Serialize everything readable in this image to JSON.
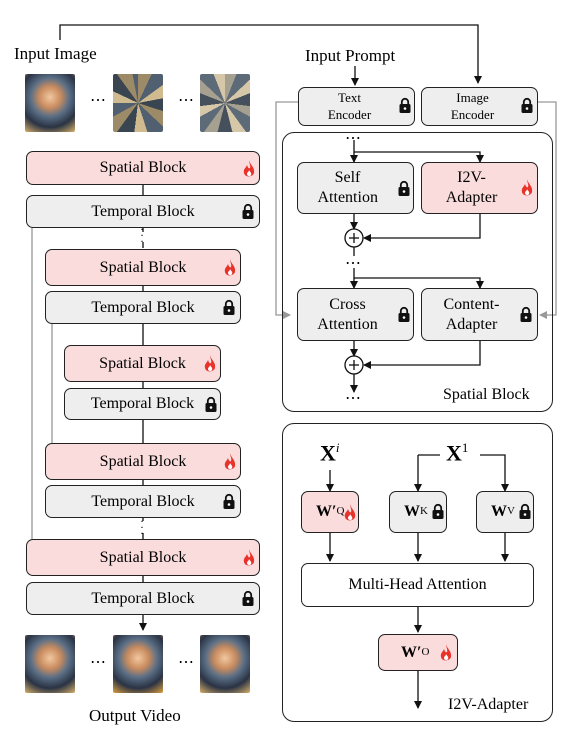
{
  "left": {
    "input_label": "Input Image",
    "output_label": "Output Video",
    "spatial_label": "Spatial Block",
    "temporal_label": "Temporal Block",
    "ellipsis": "⋯"
  },
  "prompt": {
    "label": "Input Prompt",
    "text_encoder": "Text Encoder",
    "image_encoder": "Image Encoder"
  },
  "spatial": {
    "self_attention": "Self Attention",
    "i2v_adapter": "I2V-Adapter",
    "cross_attention": "Cross Attention",
    "content_adapter": "Content-Adapter",
    "caption": "Spatial Block"
  },
  "adapter": {
    "xi": "X",
    "xi_sup": "i",
    "x1": "X",
    "x1_sup": "1",
    "wq": "W′",
    "wq_sub": "Q",
    "wk": "W",
    "wk_sub": "K",
    "wv": "W",
    "wv_sub": "V",
    "mha": "Multi-Head Attention",
    "wo": "W′",
    "wo_sub": "O",
    "caption": "I2V-Adapter"
  },
  "colors": {
    "trainable": "#fadcdc",
    "frozen": "#eeeeee",
    "flame": "#e8332a",
    "skip_line": "#aaaaaa"
  },
  "icons": {
    "trainable": "flame-icon",
    "frozen": "lock-icon",
    "add": "plus-circle-icon"
  }
}
